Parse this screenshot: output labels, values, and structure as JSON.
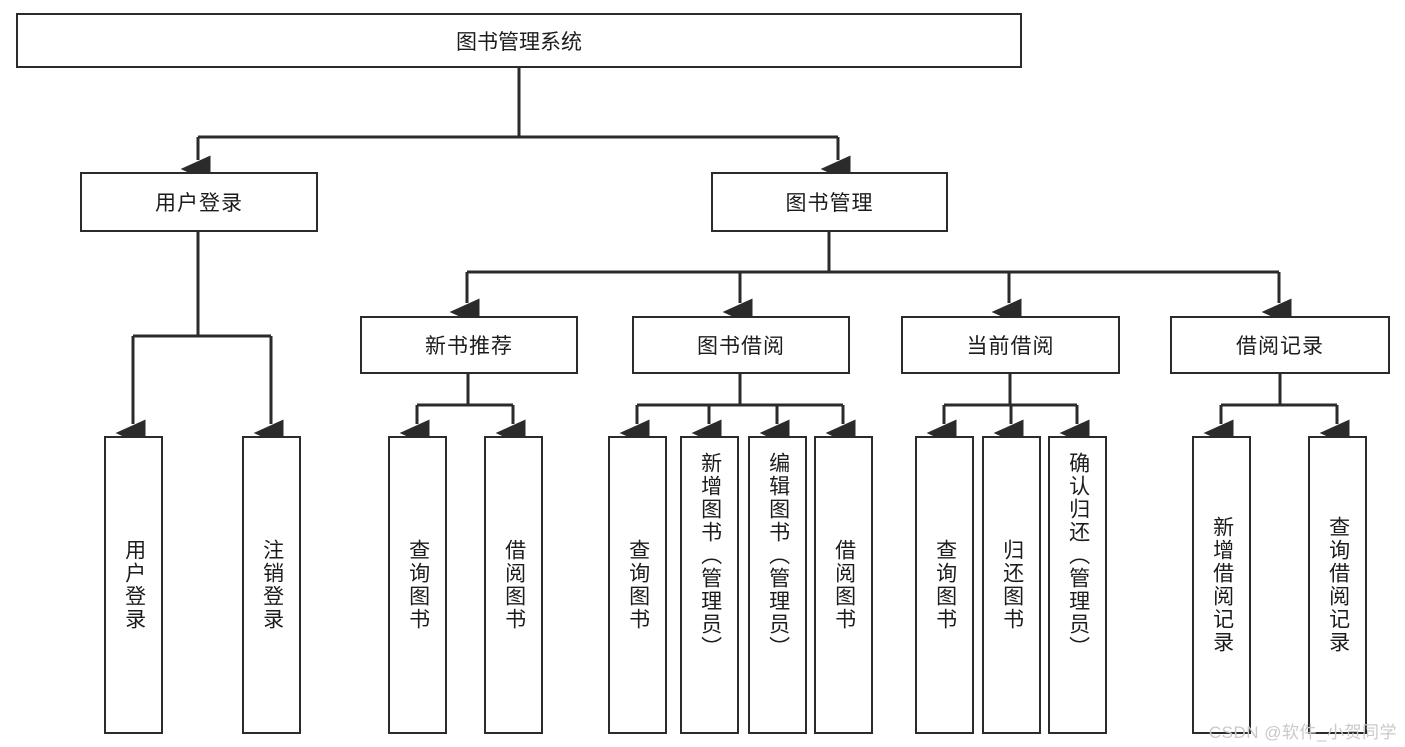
{
  "diagram": {
    "type": "hierarchy-tree",
    "root": {
      "label": "图书管理系统"
    },
    "level2": [
      {
        "label": "用户登录"
      },
      {
        "label": "图书管理"
      }
    ],
    "level3": [
      {
        "label": "新书推荐"
      },
      {
        "label": "图书借阅"
      },
      {
        "label": "当前借阅"
      },
      {
        "label": "借阅记录"
      }
    ],
    "leaves": {
      "user_login": [
        {
          "label": "用户登录"
        },
        {
          "label": "注销登录"
        }
      ],
      "new_book_recommend": [
        {
          "label": "查询图书"
        },
        {
          "label": "借阅图书"
        }
      ],
      "book_borrow": [
        {
          "label": "查询图书"
        },
        {
          "label": "新增图书（管理员）"
        },
        {
          "label": "编辑图书（管理员）"
        },
        {
          "label": "借阅图书"
        }
      ],
      "current_borrow": [
        {
          "label": "查询图书"
        },
        {
          "label": "归还图书"
        },
        {
          "label": "确认归还（管理员）"
        }
      ],
      "borrow_record": [
        {
          "label": "新增借阅记录"
        },
        {
          "label": "查询借阅记录"
        }
      ]
    }
  },
  "watermark": {
    "text": "CSDN @软件_小贺同学"
  },
  "colors": {
    "border": "#2b2b2b",
    "background": "#ffffff",
    "text": "#1c1c1c",
    "watermark": "#c9c9c9"
  }
}
